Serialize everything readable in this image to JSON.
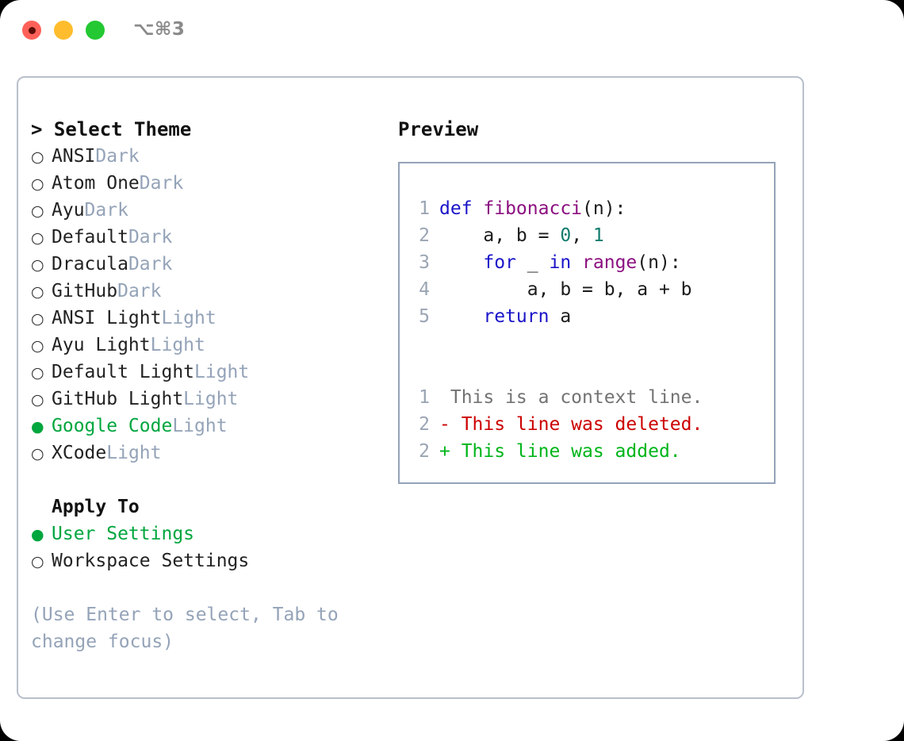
{
  "titlebar": {
    "shortcut": "⌥⌘3",
    "buttons": [
      {
        "name": "close",
        "color": "#ff6159"
      },
      {
        "name": "minimize",
        "color": "#ffbd2e"
      },
      {
        "name": "zoom",
        "color": "#23c832"
      }
    ]
  },
  "theme_picker": {
    "heading": "> Select Theme",
    "heading_caret": ">",
    "heading_text": "Select Theme",
    "options": [
      {
        "bullet": "○",
        "label": "ANSI",
        "badge": "Dark",
        "selected": false
      },
      {
        "bullet": "○",
        "label": "Atom One",
        "badge": "Dark",
        "selected": false
      },
      {
        "bullet": "○",
        "label": "Ayu",
        "badge": "Dark",
        "selected": false
      },
      {
        "bullet": "○",
        "label": "Default",
        "badge": "Dark",
        "selected": false
      },
      {
        "bullet": "○",
        "label": "Dracula",
        "badge": "Dark",
        "selected": false
      },
      {
        "bullet": "○",
        "label": "GitHub",
        "badge": "Dark",
        "selected": false
      },
      {
        "bullet": "○",
        "label": "ANSI Light",
        "badge": "Light",
        "selected": false
      },
      {
        "bullet": "○",
        "label": "Ayu Light",
        "badge": "Light",
        "selected": false
      },
      {
        "bullet": "○",
        "label": "Default Light",
        "badge": "Light",
        "selected": false
      },
      {
        "bullet": "○",
        "label": "GitHub Light",
        "badge": "Light",
        "selected": false
      },
      {
        "bullet": "●",
        "label": "Google Code",
        "badge": "Light",
        "selected": true
      },
      {
        "bullet": "○",
        "label": "XCode",
        "badge": "Light",
        "selected": false
      }
    ]
  },
  "apply_to": {
    "heading": "Apply To",
    "options": [
      {
        "bullet": "●",
        "label": "User Settings",
        "badge": "",
        "selected": true
      },
      {
        "bullet": "○",
        "label": "Workspace Settings",
        "badge": "",
        "selected": false
      }
    ]
  },
  "hint": "(Use Enter to select, Tab to change focus)",
  "preview": {
    "heading": "Preview",
    "code_lines": [
      {
        "no": "1",
        "tokens": [
          {
            "t": "def ",
            "c": "kw"
          },
          {
            "t": "fibonacci",
            "c": "fn"
          },
          {
            "t": "(n):",
            "c": "punc"
          }
        ]
      },
      {
        "no": "2",
        "tokens": [
          {
            "t": "    a, b = ",
            "c": "plain"
          },
          {
            "t": "0",
            "c": "num"
          },
          {
            "t": ", ",
            "c": "plain"
          },
          {
            "t": "1",
            "c": "num"
          }
        ]
      },
      {
        "no": "3",
        "tokens": [
          {
            "t": "    ",
            "c": "plain"
          },
          {
            "t": "for",
            "c": "kw"
          },
          {
            "t": " _ ",
            "c": "plain"
          },
          {
            "t": "in",
            "c": "kw"
          },
          {
            "t": " ",
            "c": "plain"
          },
          {
            "t": "range",
            "c": "fn"
          },
          {
            "t": "(n):",
            "c": "punc"
          }
        ]
      },
      {
        "no": "4",
        "tokens": [
          {
            "t": "        a, b = b, a + b",
            "c": "plain"
          }
        ]
      },
      {
        "no": "5",
        "tokens": [
          {
            "t": "    ",
            "c": "plain"
          },
          {
            "t": "return",
            "c": "kw"
          },
          {
            "t": " a",
            "c": "plain"
          }
        ]
      }
    ],
    "diff_lines": [
      {
        "no": "1",
        "marker": " ",
        "text": " This is a context line.",
        "kind": "ctx"
      },
      {
        "no": "2",
        "marker": "-",
        "text": "- This line was deleted.",
        "kind": "del"
      },
      {
        "no": "2",
        "marker": "+",
        "text": "+ This line was added.",
        "kind": "add"
      }
    ]
  },
  "colors": {
    "accent_green": "#00a63e",
    "badge_slate": "#94a3b8",
    "panel_border": "#b9c0cc",
    "preview_border": "#94a3b8",
    "keyword_blue": "#1a14c8",
    "function_purple": "#8b1080",
    "number_teal": "#0f7b6c",
    "diff_add_green": "#00b51a",
    "diff_del_red": "#cc0000",
    "diff_ctx_gray": "#737373"
  }
}
